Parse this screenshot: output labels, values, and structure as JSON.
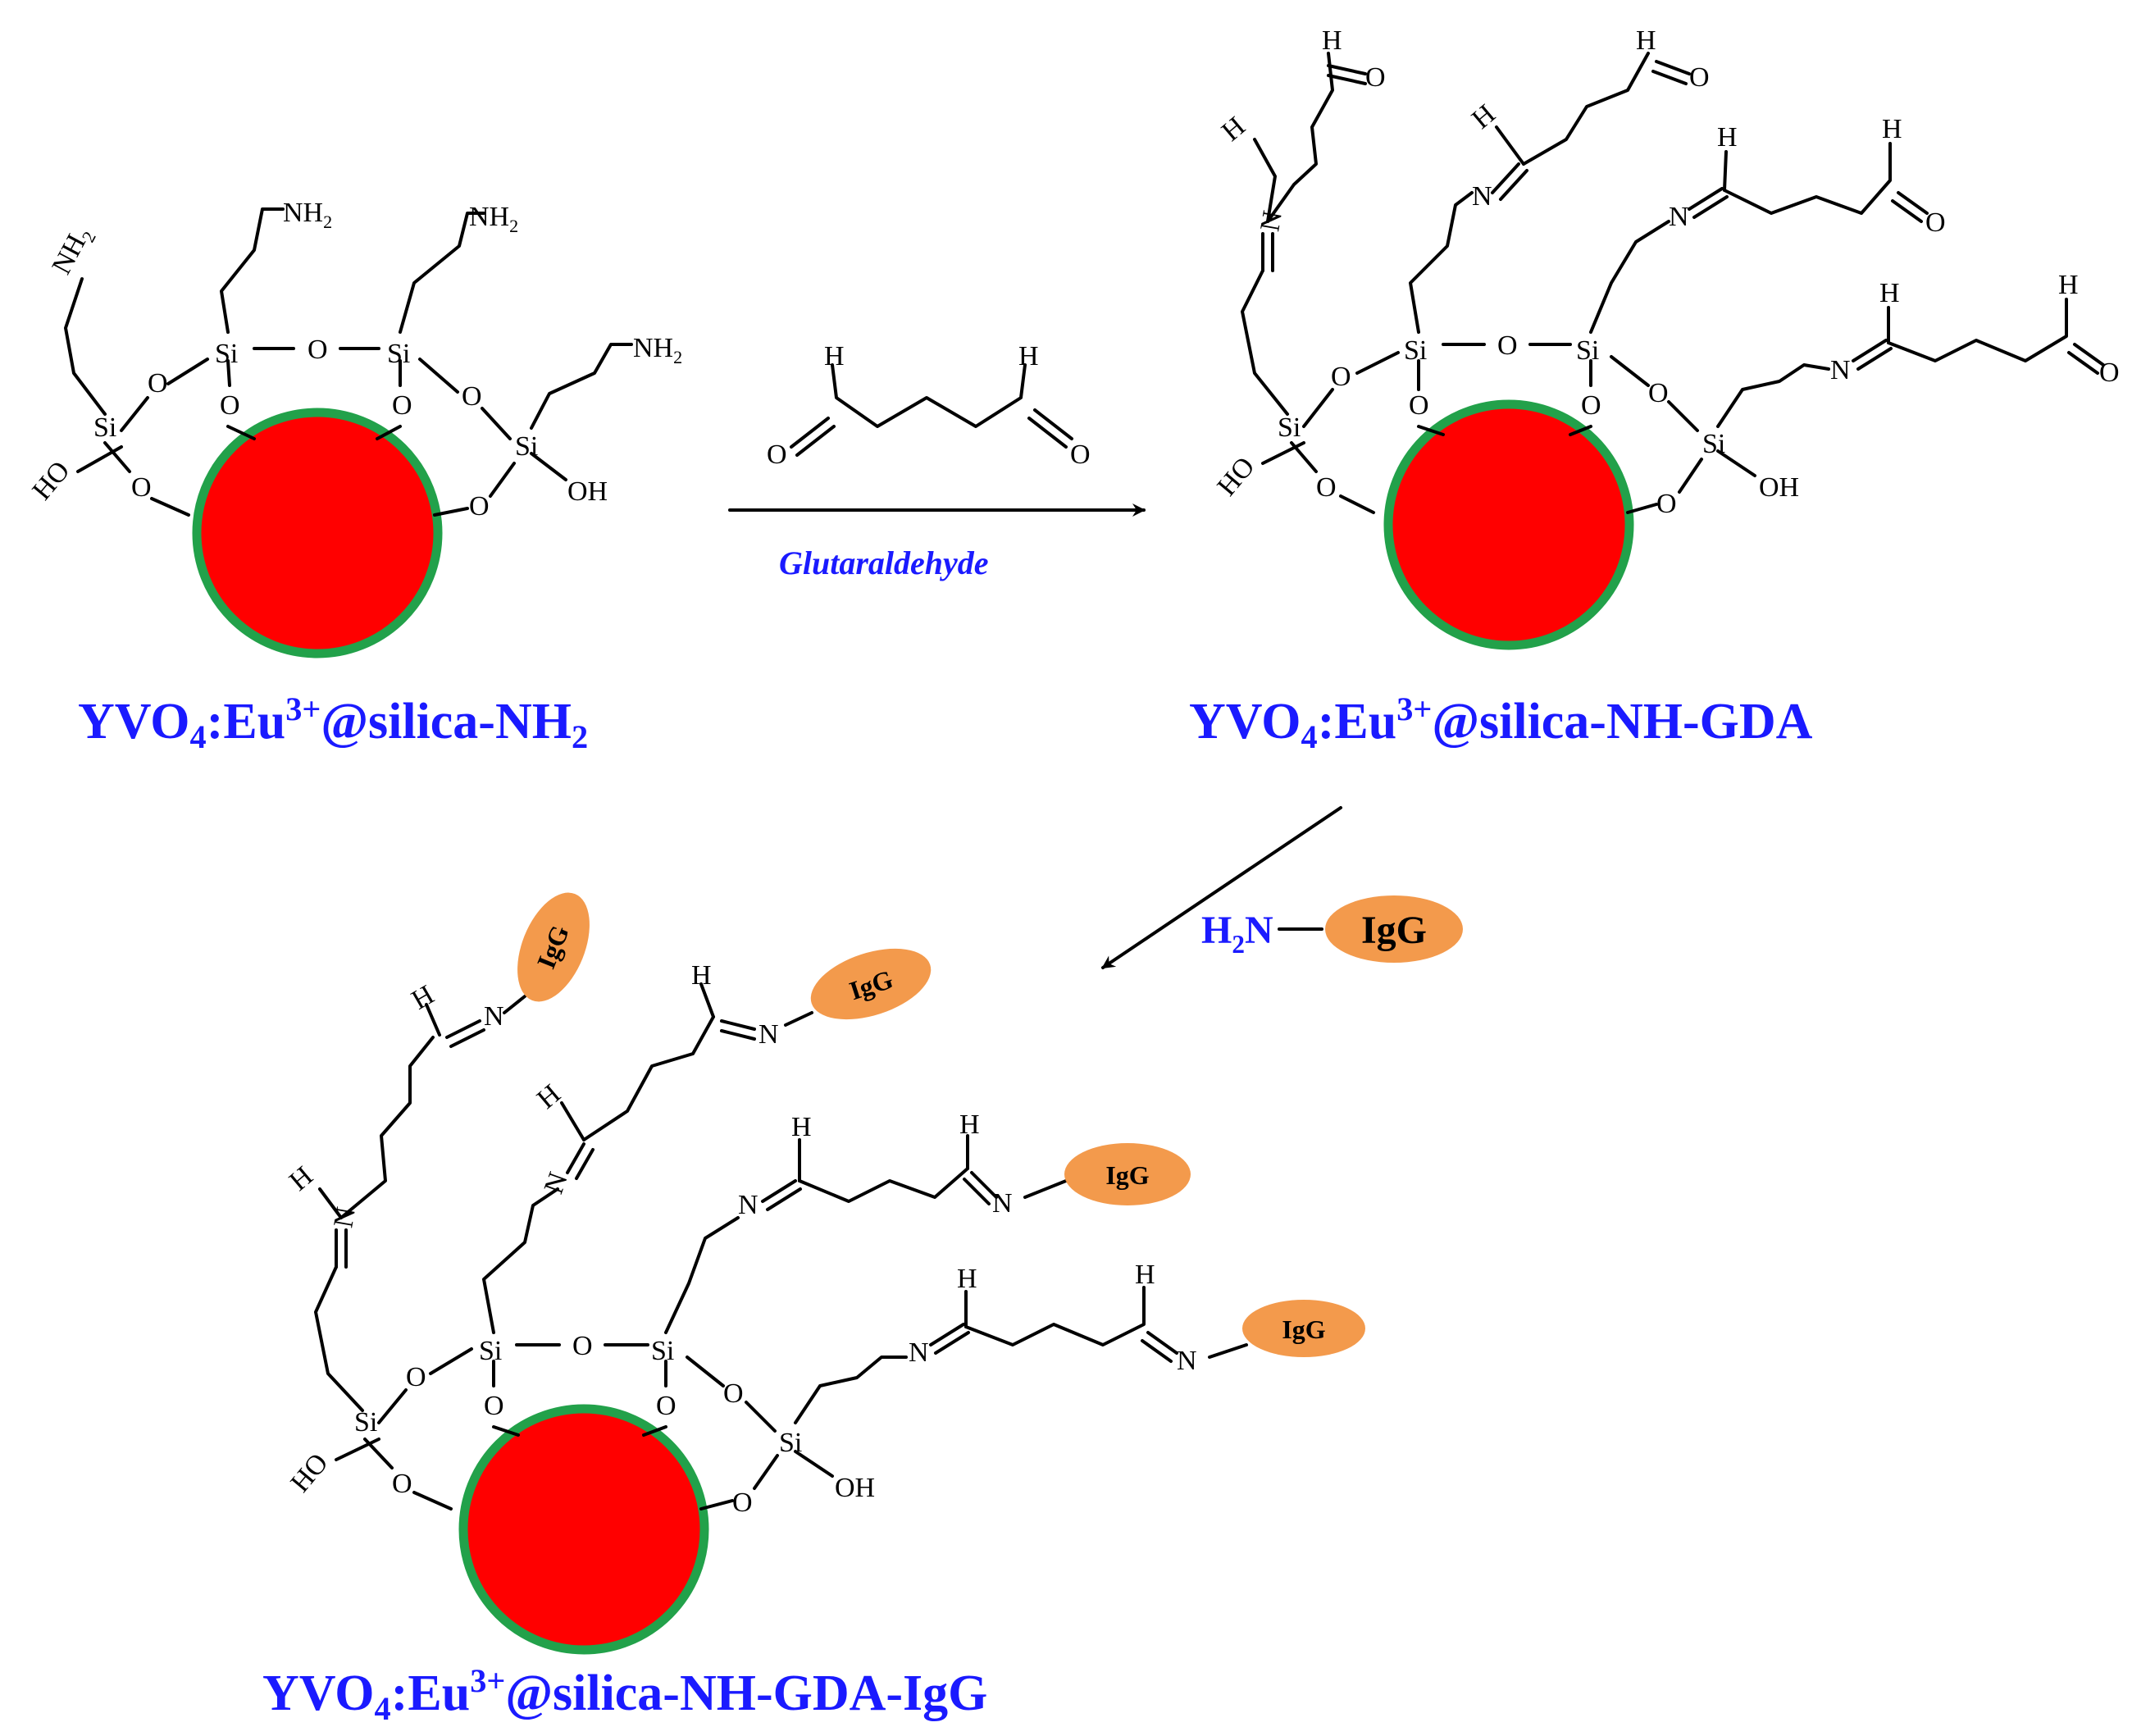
{
  "colors": {
    "label": "#1a1aff",
    "reagent": "#1a1aff",
    "core_fill": "#ff0000",
    "shell_stroke": "#22a14a",
    "igg_fill": "#f39a4c"
  },
  "labels": {
    "nh2_particle": {
      "main": "YVO",
      "sub": "4",
      "mid": ":Eu",
      "sup": "3+",
      "rest": "@silica-NH",
      "sub2": "2"
    },
    "gda_particle": {
      "main": "YVO",
      "sub": "4",
      "mid": ":Eu",
      "sup": "3+",
      "rest": "@silica-NH-GDA"
    },
    "igg_particle": {
      "main": "YVO",
      "sub": "4",
      "mid": ":Eu",
      "sup": "3+",
      "rest": "@silica-NH-GDA-IgG"
    }
  },
  "reagent_name": "Glutaraldehyde",
  "amine_reagent": {
    "h": "H",
    "sub": "2",
    "n": "N",
    "protein": "IgG"
  },
  "atoms": {
    "si": "Si",
    "o": "O",
    "oh": "OH",
    "ho": "HO",
    "nh": "NH",
    "two": "2",
    "n": "N",
    "h": "H",
    "igg": "IgG",
    "cho_o": "O"
  }
}
